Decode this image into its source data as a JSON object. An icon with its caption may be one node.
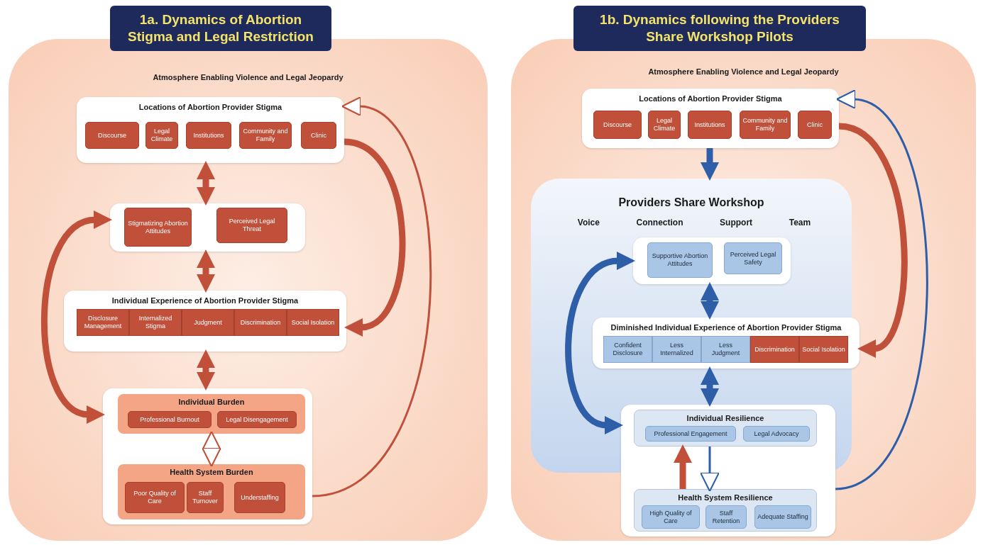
{
  "diagram": {
    "nodes": [
      {
        "text": [
          "1a. Dynamics of Abortion Stigma and Legal Restriction",
          "Atmosphere Enabling Violence and Legal Jeopardy"
        ]
      },
      {
        "text": [
          "Locations of Abortion Provider Stigma"
        ],
        "in": 0
      },
      {
        "text": [
          "Discourse"
        ],
        "in": 1
      },
      {
        "text": [
          "Legal Climate"
        ],
        "in": 1
      },
      {
        "text": [
          "Institutions"
        ],
        "in": 1
      },
      {
        "text": [
          "Community and Family"
        ],
        "in": 1
      },
      {
        "text": [
          "Clinic"
        ],
        "in": 1
      },
      {
        "text": [],
        "shape": "box",
        "in": 0
      },
      {
        "text": [
          "Stigmatizing Abortion Attitudes"
        ],
        "in": 7
      },
      {
        "text": [
          "Perceived Legal Threat"
        ],
        "in": 7
      },
      {
        "text": [
          "Individual Experience of Abortion Provider Stigma"
        ],
        "in": 0
      },
      {
        "text": [
          "Disclosure Management"
        ],
        "in": 10
      },
      {
        "text": [
          "Internalized Stigma"
        ],
        "in": 10
      },
      {
        "text": [
          "Judgment"
        ],
        "in": 10
      },
      {
        "text": [
          "Discrimination"
        ],
        "in": 10
      },
      {
        "text": [
          "Social Isolation"
        ],
        "in": 10
      },
      {
        "text": [],
        "shape": "box",
        "in": 0
      },
      {
        "text": [
          "Individual Burden"
        ],
        "in": 16
      },
      {
        "text": [
          "Professional Burnout"
        ],
        "in": 17
      },
      {
        "text": [
          "Legal Disengagement"
        ],
        "in": 17
      },
      {
        "text": [
          "Health System Burden"
        ],
        "in": 16
      },
      {
        "text": [
          "Poor Quality of Care"
        ],
        "in": 20
      },
      {
        "text": [
          "Staff Turnover"
        ],
        "in": 20
      },
      {
        "text": [
          "Understaffing"
        ],
        "in": 20
      },
      {
        "text": [
          "1b. Dynamics following the Providers Share Workshop Pilots",
          "Atmosphere Enabling Violence and Legal Jeopardy"
        ]
      },
      {
        "text": [
          "Locations of Abortion Provider Stigma"
        ],
        "in": 24
      },
      {
        "text": [
          "Discourse"
        ],
        "in": 25
      },
      {
        "text": [
          "Legal Climate"
        ],
        "in": 25
      },
      {
        "text": [
          "Institutions"
        ],
        "in": 25
      },
      {
        "text": [
          "Community and Family"
        ],
        "in": 25
      },
      {
        "text": [
          "Clinic"
        ],
        "in": 25
      },
      {
        "text": [
          "Providers Share Workshop",
          "Voice",
          "Connection",
          "Support",
          "Team"
        ],
        "in": 24
      },
      {
        "text": [],
        "shape": "box",
        "in": 31
      },
      {
        "text": [
          "Supportive Abortion Attitudes"
        ],
        "in": 32
      },
      {
        "text": [
          "Perceived Legal Safety"
        ],
        "in": 32
      },
      {
        "text": [
          "Diminished Individual Experience of Abortion Provider Stigma"
        ],
        "in": 31
      },
      {
        "text": [
          "Confident Disclosure"
        ],
        "in": 35
      },
      {
        "text": [
          "Less Internalized"
        ],
        "in": 35
      },
      {
        "text": [
          "Less Judgment"
        ],
        "in": 35
      },
      {
        "text": [
          "Discrimination"
        ],
        "in": 35
      },
      {
        "text": [
          "Social Isolation"
        ],
        "in": 35
      },
      {
        "text": [],
        "shape": "box",
        "in": 24
      },
      {
        "text": [
          "Individual Resilience"
        ]
      },
      {
        "text": [
          "Professional Engagement"
        ],
        "in": 42
      },
      {
        "text": [
          "Legal Advocacy"
        ],
        "in": 42
      },
      {
        "text": [
          "Health System Resilience"
        ],
        "in": 41
      },
      {
        "text": [
          "High Quality of Care"
        ],
        "in": 45
      },
      {
        "text": [
          "Staff Retention"
        ],
        "in": 45
      },
      {
        "text": [
          "Adequate Staffing"
        ],
        "in": 45
      }
    ],
    "edges": [
      {
        "from": 1,
        "to": 7,
        "arrow": "both"
      },
      {
        "from": 7,
        "to": 10,
        "arrow": "both"
      },
      {
        "from": 10,
        "to": 16,
        "arrow": "both"
      },
      {
        "from": 7,
        "to": 16,
        "arrow": "both"
      },
      {
        "from": 1,
        "to": 10,
        "arrow": "to"
      },
      {
        "from": 17,
        "to": 20,
        "arrow": "both"
      },
      {
        "from": 16,
        "to": 1,
        "arrow": "to"
      },
      {
        "from": 25,
        "to": 31,
        "arrow": "to",
        "color": "#2f5ea8"
      },
      {
        "from": 32,
        "to": 35,
        "arrow": "both",
        "color": "#2f5ea8"
      },
      {
        "from": 35,
        "to": 41,
        "arrow": "both",
        "color": "#2f5ea8"
      },
      {
        "from": 32,
        "to": 41,
        "arrow": "both",
        "color": "#2f5ea8"
      },
      {
        "from": 25,
        "to": 35,
        "arrow": "to"
      },
      {
        "from": 45,
        "to": 42,
        "arrow": "to"
      },
      {
        "from": 42,
        "to": 45,
        "arrow": "to",
        "color": "#2f5ea8"
      },
      {
        "from": 41,
        "to": 25,
        "arrow": "to",
        "color": "#2f5ea8"
      }
    ]
  }
}
